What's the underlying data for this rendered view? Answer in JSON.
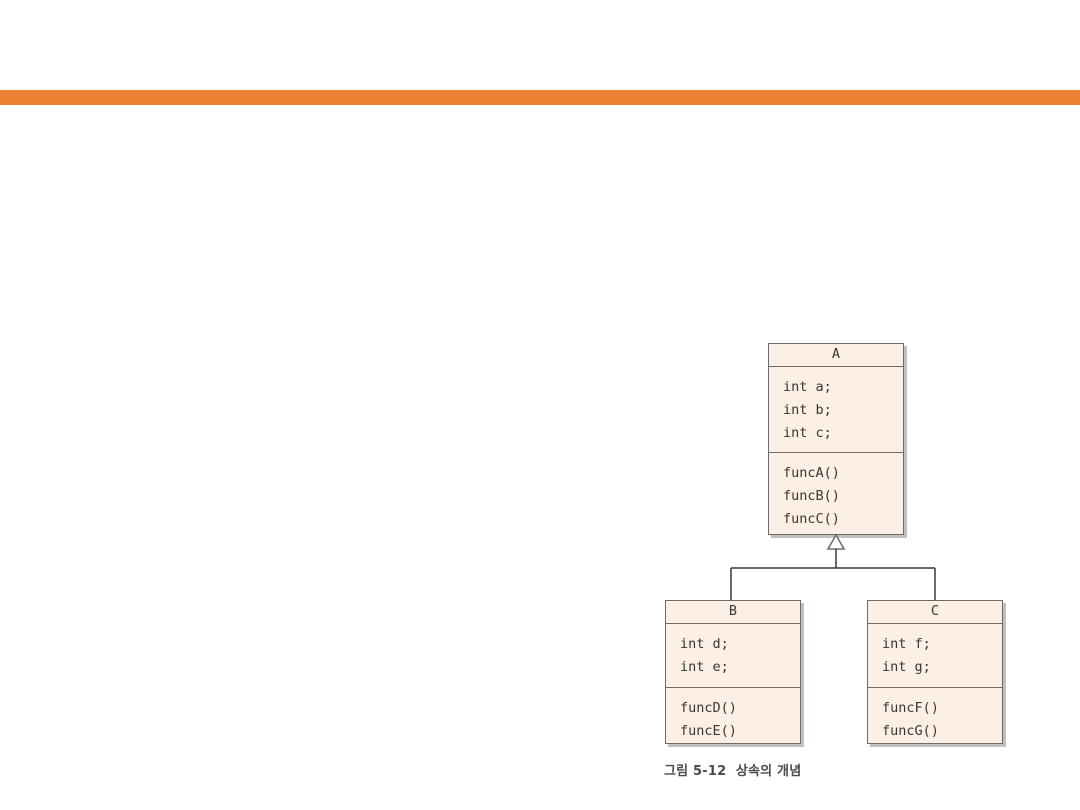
{
  "page": {
    "background_color": "#ffffff",
    "rule_color": "#eb7f32"
  },
  "figure": {
    "caption": "그림 5-12  상속의 개념",
    "relationship": "generalization",
    "box_fill_color": "#fcefe6",
    "box_border_color": "#6e6a66",
    "text_color": "#3a3632",
    "classes": [
      {
        "id": "A",
        "name": "A",
        "attributes": [
          "int a;",
          "int b;",
          "int c;"
        ],
        "operations": [
          "funcA()",
          "funcB()",
          "funcC()"
        ]
      },
      {
        "id": "B",
        "name": "B",
        "attributes": [
          "int d;",
          "int e;"
        ],
        "operations": [
          "funcD()",
          "funcE()"
        ]
      },
      {
        "id": "C",
        "name": "C",
        "attributes": [
          "int f;",
          "int g;"
        ],
        "operations": [
          "funcF()",
          "funcG()"
        ]
      }
    ],
    "generalizations": [
      {
        "child": "B",
        "parent": "A"
      },
      {
        "child": "C",
        "parent": "A"
      }
    ]
  }
}
